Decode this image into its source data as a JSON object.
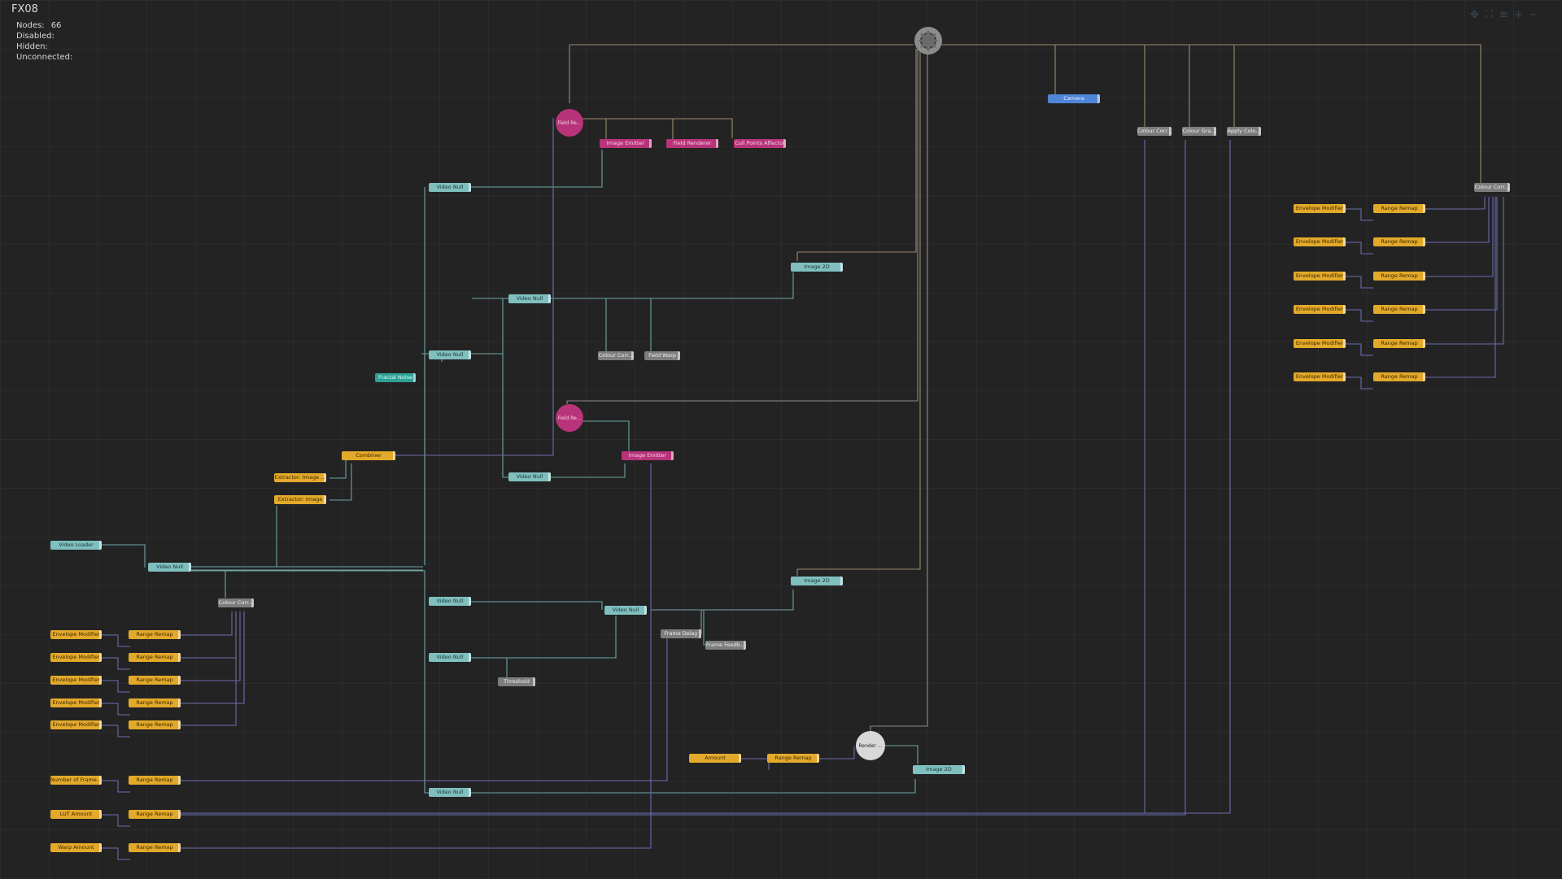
{
  "scene": {
    "title": "FX08",
    "stats": [
      {
        "label": "Nodes:",
        "value": "66"
      },
      {
        "label": "Disabled:",
        "value": ""
      },
      {
        "label": "Hidden:",
        "value": ""
      },
      {
        "label": "Unconnected:",
        "value": ""
      }
    ]
  },
  "toolbar": [
    "move-icon",
    "fit-icon",
    "align-icon",
    "zoom-in-icon",
    "zoom-out-icon"
  ],
  "colors": {
    "background": "#232323",
    "grid": "#2c2c2c",
    "video_node": "#7fbfbf",
    "modifier_node": "#e3a92a",
    "mask_node": "#b8337a",
    "generic_node": "#7d7d7d",
    "camera_node": "#4f86d8",
    "noise_node": "#2fa095",
    "wire_teal": "#6fa6a6",
    "wire_purple": "#6c6cb0",
    "wire_tan": "#9b8a70",
    "wire_gray": "#8a8a8a",
    "root": "#8c8c8c",
    "render": "#d8d8d8"
  },
  "nodes": [
    {
      "label": "Video Loader",
      "kind": "video"
    },
    {
      "label": "Video Null",
      "kind": "video"
    },
    {
      "label": "Colour Corr...",
      "kind": "generic"
    },
    {
      "label": "Extractor: Image ...",
      "kind": "modifier"
    },
    {
      "label": "Extractor: Image",
      "kind": "modifier"
    },
    {
      "label": "Combiner",
      "kind": "modifier"
    },
    {
      "label": "Fractal Noise",
      "kind": "noise"
    },
    {
      "label": "Video Null",
      "kind": "video"
    },
    {
      "label": "Video Null",
      "kind": "video"
    },
    {
      "label": "Video Null",
      "kind": "video"
    },
    {
      "label": "Video Null",
      "kind": "video"
    },
    {
      "label": "Video Null",
      "kind": "video"
    },
    {
      "label": "Video Null",
      "kind": "video"
    },
    {
      "label": "Video Null",
      "kind": "video"
    },
    {
      "label": "Video Null",
      "kind": "video"
    },
    {
      "label": "Image Emitter",
      "kind": "mask"
    },
    {
      "label": "Field Renderer",
      "kind": "mask"
    },
    {
      "label": "Cull Points Affector",
      "kind": "mask"
    },
    {
      "label": "Image Emitter",
      "kind": "mask"
    },
    {
      "label": "Colour Corr...",
      "kind": "generic"
    },
    {
      "label": "Field Warp",
      "kind": "generic"
    },
    {
      "label": "Image 2D",
      "kind": "video"
    },
    {
      "label": "Image 2D",
      "kind": "video"
    },
    {
      "label": "Image 2D",
      "kind": "video"
    },
    {
      "label": "Frame Delay",
      "kind": "generic"
    },
    {
      "label": "Frame Feedb...",
      "kind": "generic"
    },
    {
      "label": "Threshold",
      "kind": "generic"
    },
    {
      "label": "Amount",
      "kind": "modifier"
    },
    {
      "label": "Range Remap",
      "kind": "modifier"
    },
    {
      "label": "Camera",
      "kind": "camera"
    },
    {
      "label": "Colour Corr...",
      "kind": "generic"
    },
    {
      "label": "Colour Gra...",
      "kind": "generic"
    },
    {
      "label": "Apply Colo...",
      "kind": "generic"
    },
    {
      "label": "Colour Corr...",
      "kind": "generic"
    },
    {
      "label": "Envelope Modifier",
      "kind": "modifier"
    },
    {
      "label": "Envelope Modifier",
      "kind": "modifier"
    },
    {
      "label": "Envelope Modifier",
      "kind": "modifier"
    },
    {
      "label": "Envelope Modifier",
      "kind": "modifier"
    },
    {
      "label": "Envelope Modifier",
      "kind": "modifier"
    },
    {
      "label": "Envelope Modifier",
      "kind": "modifier"
    },
    {
      "label": "Range Remap",
      "kind": "modifier"
    },
    {
      "label": "Range Remap",
      "kind": "modifier"
    },
    {
      "label": "Range Remap",
      "kind": "modifier"
    },
    {
      "label": "Range Remap",
      "kind": "modifier"
    },
    {
      "label": "Range Remap",
      "kind": "modifier"
    },
    {
      "label": "Range Remap",
      "kind": "modifier"
    },
    {
      "label": "Envelope Modifier",
      "kind": "modifier"
    },
    {
      "label": "Envelope Modifier",
      "kind": "modifier"
    },
    {
      "label": "Envelope Modifier",
      "kind": "modifier"
    },
    {
      "label": "Envelope Modifier",
      "kind": "modifier"
    },
    {
      "label": "Envelope Modifier",
      "kind": "modifier"
    },
    {
      "label": "Range Remap",
      "kind": "modifier"
    },
    {
      "label": "Range Remap",
      "kind": "modifier"
    },
    {
      "label": "Range Remap",
      "kind": "modifier"
    },
    {
      "label": "Range Remap",
      "kind": "modifier"
    },
    {
      "label": "Range Remap",
      "kind": "modifier"
    },
    {
      "label": "Number of Frame...",
      "kind": "modifier"
    },
    {
      "label": "LUT Amount",
      "kind": "modifier"
    },
    {
      "label": "Warp Amount",
      "kind": "modifier"
    },
    {
      "label": "Range Remap",
      "kind": "modifier"
    },
    {
      "label": "Range Remap",
      "kind": "modifier"
    },
    {
      "label": "Range Remap",
      "kind": "modifier"
    }
  ],
  "round_nodes": [
    {
      "label": "Field Re...",
      "kind": "mask"
    },
    {
      "label": "Field Re...",
      "kind": "mask"
    },
    {
      "label": "Render ...",
      "kind": "render"
    }
  ]
}
